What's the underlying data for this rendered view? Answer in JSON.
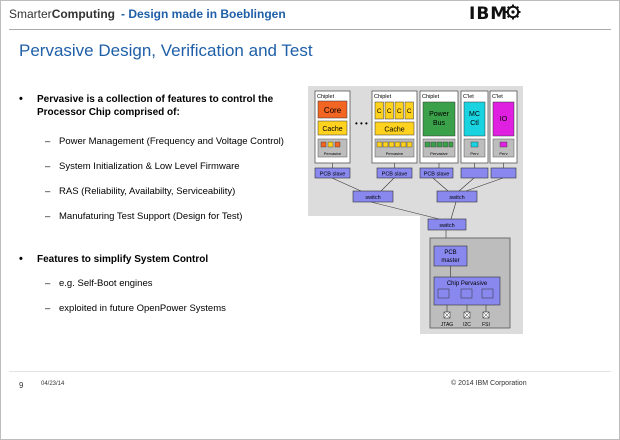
{
  "header": {
    "brand_thin": "Smarter",
    "brand_bold": "Computing",
    "tagline": "- Design made in Boeblingen",
    "logo_text": "IBM"
  },
  "slide": {
    "title": "Pervasive Design, Verification and Test",
    "bullet1": "Pervasive is a collection of features to control the Processor Chip comprised of:",
    "sub1": [
      "Power Management  (Frequency and Voltage Control)",
      "System Initialization & Low Level Firmware",
      "RAS (Reliability, Availabilty, Serviceability)",
      "Manufaturing Test Support (Design for Test)"
    ],
    "bullet2": "Features to simplify System Control",
    "sub2": [
      "e.g. Self-Boot engines",
      "exploited in future OpenPower Systems"
    ]
  },
  "diagram": {
    "chiplet_label": "Chiplet",
    "cplet_label": "C'let",
    "core": "Core",
    "cache": "Cache",
    "core_c": "C",
    "ellipsis": "• • •",
    "power_bus_1": "Power",
    "power_bus_2": "Bus",
    "mc_1": "MC",
    "mc_2": "Ctl",
    "io": "IO",
    "pervasive": "Pervasive",
    "perv": "Perv",
    "pcb_slave": "PCB slave",
    "switch": "switch",
    "pcb_master_1": "PCB",
    "pcb_master_2": "master",
    "chip_pervasive": "Chip Pervasive",
    "jtag": "JTAG",
    "i2c": "I2C",
    "fsi": "FSI"
  },
  "footer": {
    "page": "9",
    "date": "04/23/14",
    "copyright": "© 2014 IBM Corporation"
  },
  "colors": {
    "title_blue": "#1f5fa8",
    "core_orange": "#f26522",
    "cache_yellow": "#ffd21f",
    "bus_green": "#3aa04a",
    "mc_cyan": "#19d3e0",
    "io_magenta": "#e020e0",
    "pcb_blue": "#8888ee"
  }
}
